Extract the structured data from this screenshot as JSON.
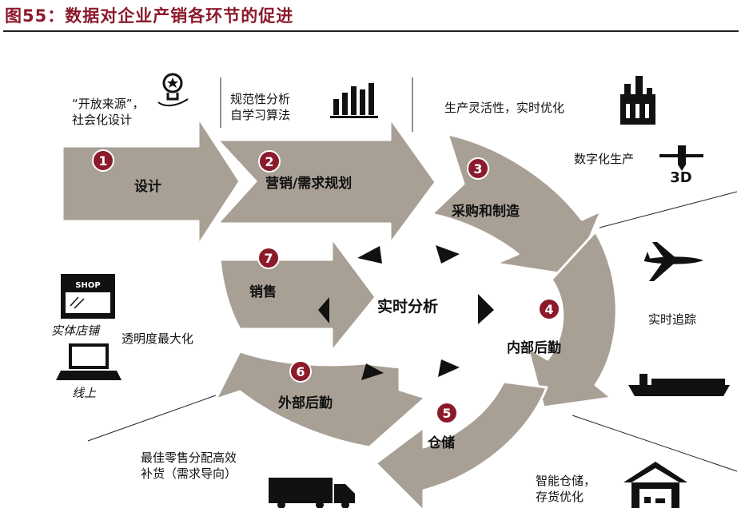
{
  "title": "图55：数据对企业产销各环节的促进",
  "center": "实时分析",
  "stages": [
    {
      "num": "1",
      "label": "设计"
    },
    {
      "num": "2",
      "label": "营销/需求规划"
    },
    {
      "num": "3",
      "label": "采购和制造"
    },
    {
      "num": "4",
      "label": "内部后勤"
    },
    {
      "num": "5",
      "label": "仓储"
    },
    {
      "num": "6",
      "label": "外部后勤"
    },
    {
      "num": "7",
      "label": "销售"
    }
  ],
  "annotations": {
    "open_source_1": "“开放来源”，",
    "open_source_2": "社会化设计",
    "normative_1": "规范性分析",
    "normative_2": "自学习算法",
    "production": "生产灵活性，实时优化",
    "digital_production": "数字化生产",
    "tracking": "实时追踪",
    "smart_1": "智能仓储，",
    "smart_2": "存货优化",
    "replenish_1": "最佳零售分配高效",
    "replenish_2": "补货（需求导向）",
    "transparency": "透明度最大化",
    "store": "实体店铺",
    "online": "线上"
  },
  "icons": {
    "shop_sign": "SHOP",
    "print_3d": "3D",
    "names": [
      "lightbulb-icon",
      "bar-chart-icon",
      "factory-icon",
      "3d-printer-icon",
      "airplane-icon",
      "ship-icon",
      "warehouse-icon",
      "truck-icon",
      "shop-icon",
      "laptop-icon"
    ]
  },
  "colors": {
    "arrow_fill": "#a8a095",
    "badge_fill": "#8b1a2b",
    "title_color": "#8b1a2b",
    "icon_color": "#111111"
  }
}
